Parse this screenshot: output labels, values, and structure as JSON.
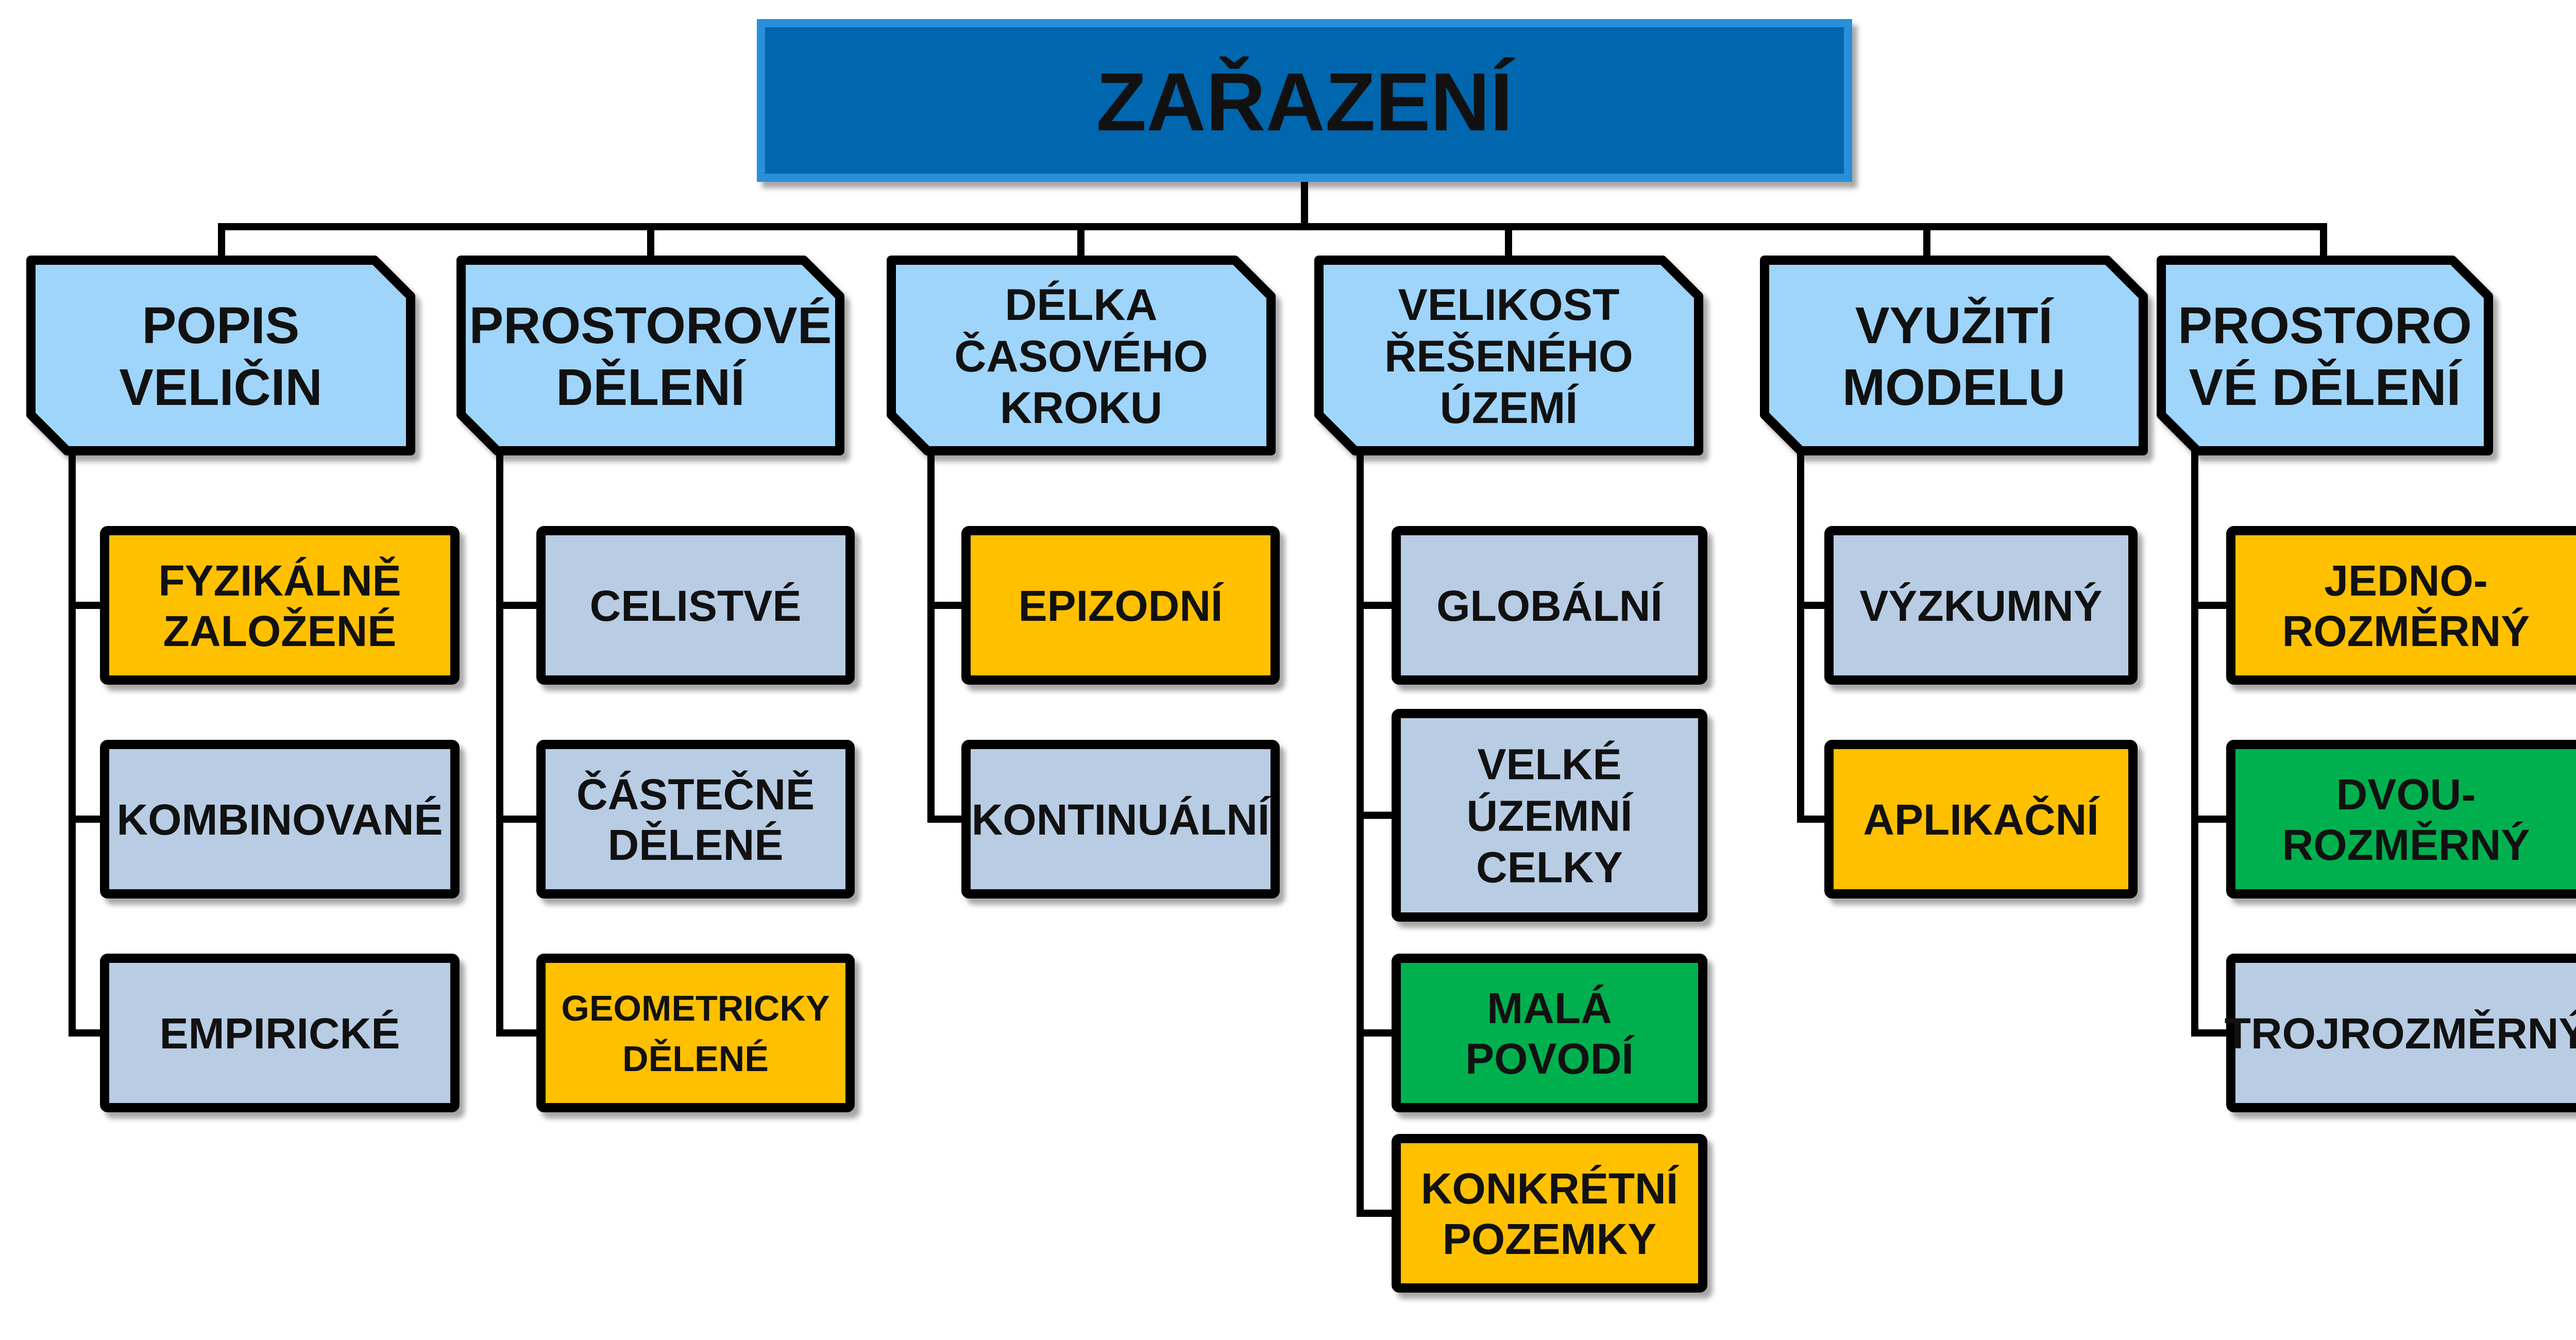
{
  "title": "ZAŘAZENÍ",
  "colors": {
    "title_fill": "#0066AD",
    "title_border": "#2B8FD9",
    "category_fill": "#9FD4FB",
    "gray_fill": "#B8CCE4",
    "orange_fill": "#FFC000",
    "green_fill": "#00B050",
    "stroke": "#000000"
  },
  "categories": [
    {
      "lines": [
        "POPIS",
        "VELIČIN"
      ],
      "items": [
        {
          "lines": [
            "FYZIKÁLNĚ",
            "ZALOŽENÉ"
          ],
          "color": "orange"
        },
        {
          "lines": [
            "KOMBINOVANÉ"
          ],
          "color": "gray"
        },
        {
          "lines": [
            "EMPIRICKÉ"
          ],
          "color": "gray"
        }
      ]
    },
    {
      "lines": [
        "PROSTOROVÉ",
        "DĚLENÍ"
      ],
      "items": [
        {
          "lines": [
            "CELISTVÉ"
          ],
          "color": "gray"
        },
        {
          "lines": [
            "ČÁSTEČNĚ",
            "DĚLENÉ"
          ],
          "color": "gray"
        },
        {
          "lines": [
            "GEOMETRICKY",
            "DĚLENÉ"
          ],
          "color": "orange"
        }
      ]
    },
    {
      "lines": [
        "DÉLKA",
        "ČASOVÉHO",
        "KROKU"
      ],
      "items": [
        {
          "lines": [
            "EPIZODNÍ"
          ],
          "color": "orange"
        },
        {
          "lines": [
            "KONTINUÁLNÍ"
          ],
          "color": "gray"
        }
      ]
    },
    {
      "lines": [
        "VELIKOST",
        "ŘEŠENÉHO",
        "ÚZEMÍ"
      ],
      "items": [
        {
          "lines": [
            "GLOBÁLNÍ"
          ],
          "color": "gray"
        },
        {
          "lines": [
            "VELKÉ",
            "ÚZEMNÍ",
            "CELKY"
          ],
          "color": "gray"
        },
        {
          "lines": [
            "MALÁ",
            "POVODÍ"
          ],
          "color": "green"
        },
        {
          "lines": [
            "KONKRÉTNÍ",
            "POZEMKY"
          ],
          "color": "orange"
        }
      ]
    },
    {
      "lines": [
        "VYUŽITÍ",
        "MODELU"
      ],
      "items": [
        {
          "lines": [
            "VÝZKUMNÝ"
          ],
          "color": "gray"
        },
        {
          "lines": [
            "APLIKAČNÍ"
          ],
          "color": "orange"
        }
      ]
    },
    {
      "lines": [
        "PROSTORO",
        "VÉ DĚLENÍ"
      ],
      "items": [
        {
          "lines": [
            "JEDNO-",
            "ROZMĚRNÝ"
          ],
          "color": "orange"
        },
        {
          "lines": [
            "DVOU-",
            "ROZMĚRNÝ"
          ],
          "color": "green"
        },
        {
          "lines": [
            "TROJROZMĚRNÝ"
          ],
          "color": "gray"
        }
      ]
    }
  ]
}
